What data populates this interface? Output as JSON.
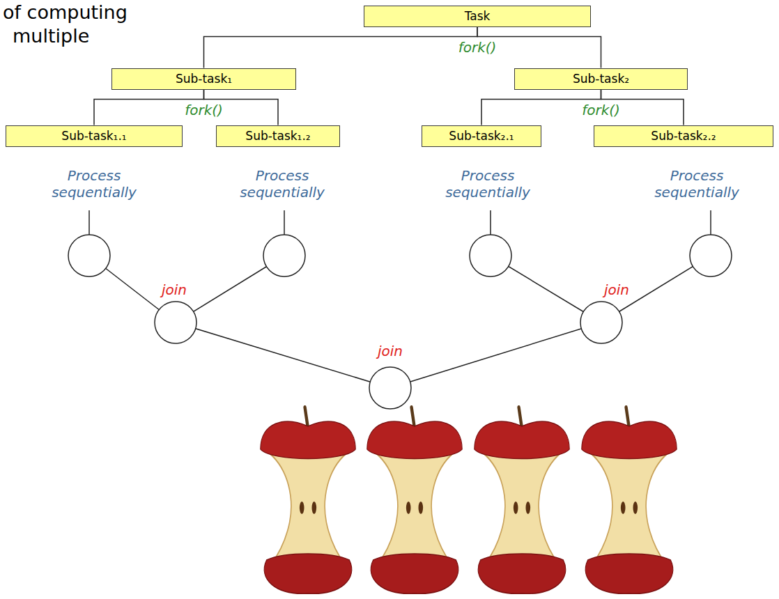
{
  "diagram": {
    "nodes": [
      {
        "text": [
          "Task"
        ]
      },
      {
        "text": [
          "Sub-task₁"
        ]
      },
      {
        "text": [
          "Sub-task₂"
        ]
      },
      {
        "text": [
          "Sub-task₁.₁"
        ]
      },
      {
        "text": [
          "Sub-task₁.₂"
        ]
      },
      {
        "text": [
          "Sub-task₂.₁"
        ]
      },
      {
        "text": [
          "Sub-task₂.₂"
        ]
      }
    ],
    "edges": [
      {
        "from": 0,
        "to": 1,
        "arrow": "none",
        "label": "fork()"
      },
      {
        "from": 0,
        "to": 2,
        "arrow": "none"
      },
      {
        "from": 1,
        "to": 3,
        "arrow": "none",
        "label": "fork()"
      },
      {
        "from": 1,
        "to": 4,
        "arrow": "none"
      },
      {
        "from": 2,
        "to": 5,
        "arrow": "none",
        "label": "fork()"
      },
      {
        "from": 2,
        "to": 6,
        "arrow": "none"
      }
    ],
    "labels": [
      "of computing",
      "multiple",
      "Process sequentially",
      "Process sequentially",
      "Process sequentially",
      "Process sequentially",
      "join",
      "join",
      "join"
    ]
  }
}
